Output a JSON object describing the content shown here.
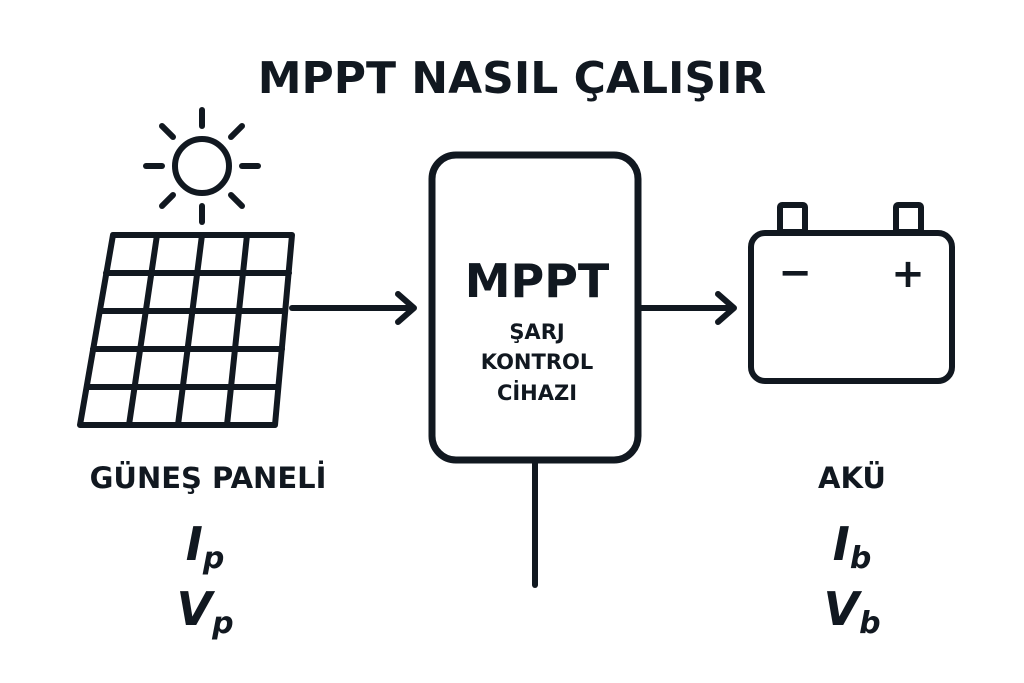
{
  "title": "MPPT NASIL ÇALIŞIR",
  "controller": {
    "heading": "MPPT",
    "line1": "ŞARJ",
    "line2": "KONTROL",
    "line3": "CİHAZI"
  },
  "panel": {
    "label": "GÜNEŞ PANELİ",
    "current_symbol": "I",
    "current_sub": "p",
    "voltage_symbol": "V",
    "voltage_sub": "p"
  },
  "battery": {
    "label": "AKÜ",
    "current_symbol": "I",
    "current_sub": "b",
    "voltage_symbol": "V",
    "voltage_sub": "b",
    "minus": "−",
    "plus": "+"
  },
  "colors": {
    "ink": "#111820",
    "background": "#ffffff"
  }
}
